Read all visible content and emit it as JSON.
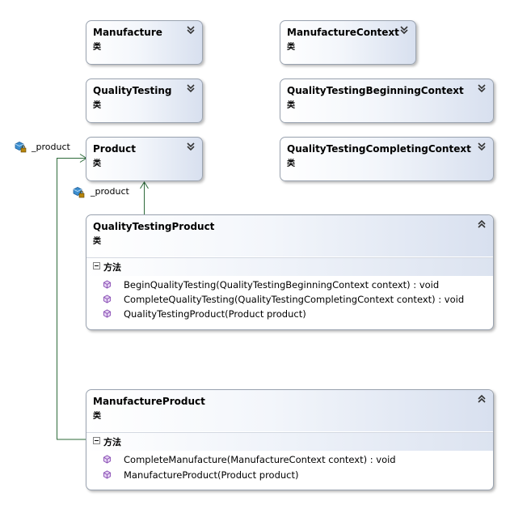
{
  "classes": {
    "manufacture": {
      "name": "Manufacture",
      "stereotype": "类"
    },
    "manufacture_context": {
      "name": "ManufactureContext",
      "stereotype": "类"
    },
    "quality_testing": {
      "name": "QualityTesting",
      "stereotype": "类"
    },
    "qt_beginning_context": {
      "name": "QualityTestingBeginningContext",
      "stereotype": "类"
    },
    "product": {
      "name": "Product",
      "stereotype": "类"
    },
    "qt_completing_context": {
      "name": "QualityTestingCompletingContext",
      "stereotype": "类"
    },
    "quality_testing_product": {
      "name": "QualityTestingProduct",
      "stereotype": "类",
      "section_label": "方法",
      "methods": [
        "BeginQualityTesting(QualityTestingBeginningContext context) : void",
        "CompleteQualityTesting(QualityTestingCompletingContext context) : void",
        "QualityTestingProduct(Product product)"
      ]
    },
    "manufacture_product": {
      "name": "ManufactureProduct",
      "stereotype": "类",
      "section_label": "方法",
      "methods": [
        "CompleteManufacture(ManufactureContext context) : void",
        "ManufactureProduct(Product product)"
      ]
    }
  },
  "associations": {
    "qtp_to_product": "_product",
    "mp_to_product": "_product"
  },
  "icons": {
    "collapse": "chevron-double-down-icon",
    "expand": "chevron-double-up-icon",
    "method": "method-cube-icon",
    "field": "private-field-icon"
  },
  "colors": {
    "connector": "#2d6a3a",
    "method_icon": "#8a4fb5",
    "border": "#9aa3b0"
  }
}
